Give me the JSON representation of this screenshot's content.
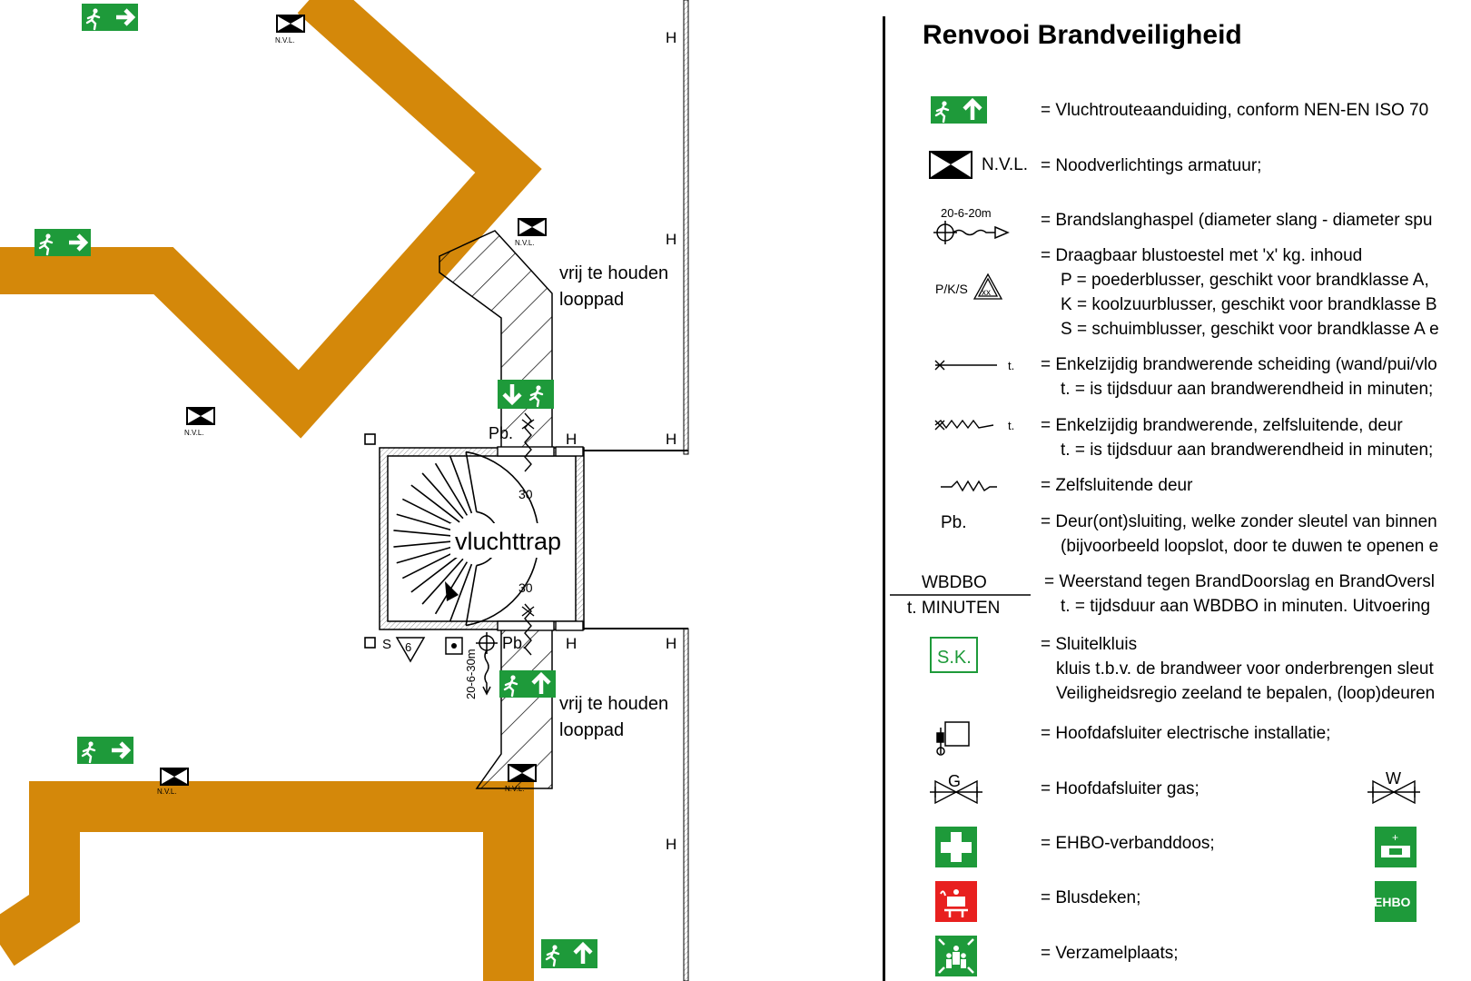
{
  "plan": {
    "corridor_color": "#d4880a",
    "exit_green": "#1e9a3a",
    "nvl_small": "N.V.L.",
    "h": "H",
    "pb": "Pb.",
    "rating_30": "30",
    "stair_label": "vluchttrap",
    "free_path_line1": "vrij te houden",
    "free_path_line2": "looppad",
    "s": "S",
    "extinguisher_kg": "6",
    "hose_label": "20-6-30m"
  },
  "legend": {
    "title": "Renvooi Brandveiligheid",
    "nvl": "N.V.L.",
    "hose_dims": "20-6-20m",
    "pks": "P/K/S",
    "xx": "xx",
    "t": "t.",
    "pb": "Pb.",
    "wbdbo": "WBDBO",
    "tminuten": "t. MINUTEN",
    "sk": "S.K.",
    "g": "G",
    "w": "W",
    "ehbo": "EHBO",
    "rows": {
      "vlucht": "= Vluchtrouteaanduiding, conform NEN-EN ISO 70",
      "nood": "= Noodverlichtings armatuur;",
      "slang": "= Brandslanghaspel (diameter slang - diameter spu",
      "draag": "= Draagbaar blustoestel met 'x' kg. inhoud",
      "p": "P = poederblusser, geschikt voor brandklasse A,",
      "k": "K = koolzuurblusser, geschikt voor brandklasse B",
      "s": "S = schuimblusser, geschikt voor brandklasse A e",
      "enkel1": "= Enkelzijdig brandwerende scheiding (wand/pui/vlo",
      "enkel1b": "t. = is tijdsduur aan brandwerendheid in minuten;",
      "enkel2": "= Enkelzijdig brandwerende, zelfsluitende, deur",
      "enkel2b": "t. = is tijdsduur aan brandwerendheid in minuten;",
      "zelf": "= Zelfsluitende deur",
      "deur": "= Deur(ont)sluiting, welke zonder sleutel van binnen",
      "deurb": "(bijvoorbeeld loopslot, door te duwen te openen e",
      "wbd": "= Weerstand tegen BrandDoorslag en BrandOversl",
      "wbdb": "t. = tijdsduur aan WBDBO in minuten. Uitvoering",
      "sluit": "= Sluitelkluis",
      "sluitb": "kluis t.b.v. de brandweer voor onderbrengen sleut",
      "sluitc": "Veiligheidsregio zeeland te bepalen, (loop)deuren",
      "hoofdel": "= Hoofdafsluiter electrische installatie;",
      "hoofdgas": "= Hoofdafsluiter gas;",
      "ehbo": "= EHBO-verbanddoos;",
      "blus": "= Blusdeken;",
      "verz": "= Verzamelplaats;"
    }
  }
}
